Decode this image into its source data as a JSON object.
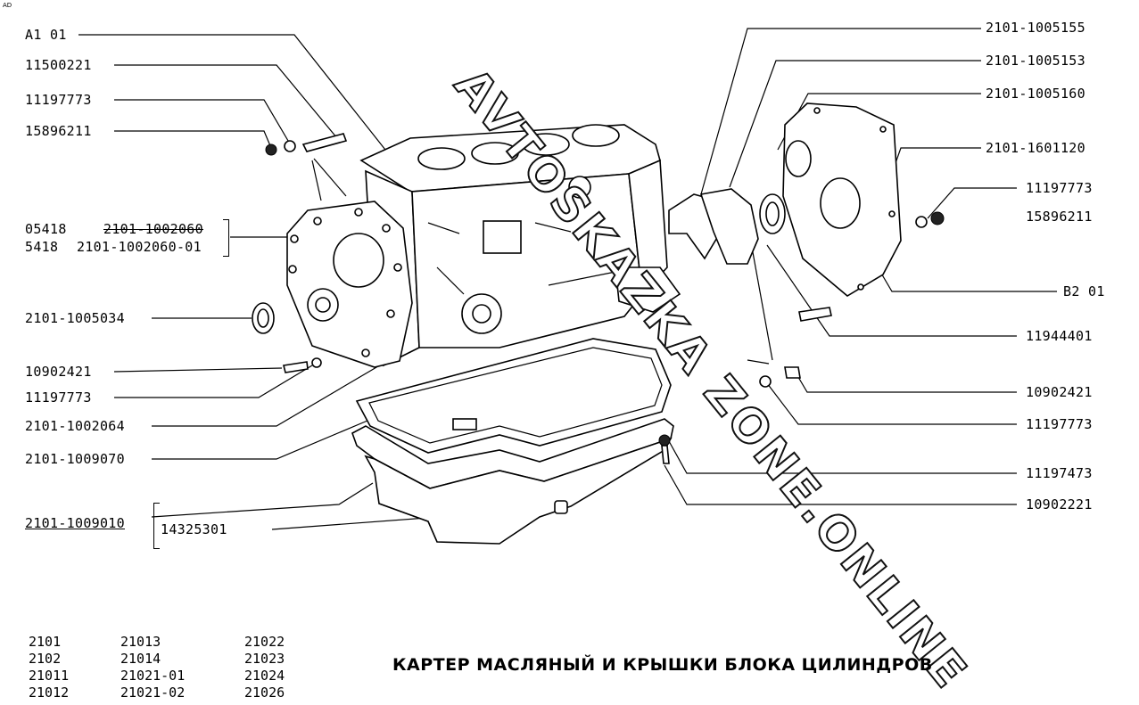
{
  "watermark": "AVTOSKAZKA ZONE.ONLINE",
  "corner_mark": "AD",
  "title": "КАРТЕР МАСЛЯНЫЙ И КРЫШКИ БЛОКА ЦИЛИНДРОВ",
  "labels_left": [
    {
      "id": "a1-01",
      "text": "A1 01"
    },
    {
      "id": "11500221",
      "text": "11500221"
    },
    {
      "id": "11197773-l",
      "text": "11197773"
    },
    {
      "id": "15896211-l",
      "text": "15896211"
    },
    {
      "id": "05418",
      "text": "05418"
    },
    {
      "id": "2101-1002060",
      "text": "2101-1002060"
    },
    {
      "id": "5418",
      "text": "5418"
    },
    {
      "id": "2101-1002060-01",
      "text": "2101-1002060-01"
    },
    {
      "id": "2101-1005034",
      "text": "2101-1005034"
    },
    {
      "id": "10902421-l",
      "text": "10902421"
    },
    {
      "id": "11197773-l2",
      "text": "11197773"
    },
    {
      "id": "2101-1002064",
      "text": "2101-1002064"
    },
    {
      "id": "2101-1009070",
      "text": "2101-1009070"
    },
    {
      "id": "2101-1009010",
      "text": "2101-1009010"
    },
    {
      "id": "14325301",
      "text": "14325301"
    }
  ],
  "labels_right": [
    {
      "id": "2101-1005155",
      "text": "2101-1005155"
    },
    {
      "id": "2101-1005153",
      "text": "2101-1005153"
    },
    {
      "id": "2101-1005160",
      "text": "2101-1005160"
    },
    {
      "id": "2101-1601120",
      "text": "2101-1601120"
    },
    {
      "id": "11197773-r",
      "text": "11197773"
    },
    {
      "id": "15896211-r",
      "text": "15896211"
    },
    {
      "id": "b2-01",
      "text": "B2 01"
    },
    {
      "id": "11944401",
      "text": "11944401"
    },
    {
      "id": "10902421-r",
      "text": "10902421"
    },
    {
      "id": "11197773-r2",
      "text": "11197773"
    },
    {
      "id": "11197473",
      "text": "11197473"
    },
    {
      "id": "10902221",
      "text": "10902221"
    }
  ],
  "models": [
    [
      "2101",
      "2102",
      "21011",
      "21012"
    ],
    [
      "21013",
      "21014",
      "21021-01",
      "21021-02"
    ],
    [
      "21022",
      "21023",
      "21024",
      "21026"
    ]
  ]
}
